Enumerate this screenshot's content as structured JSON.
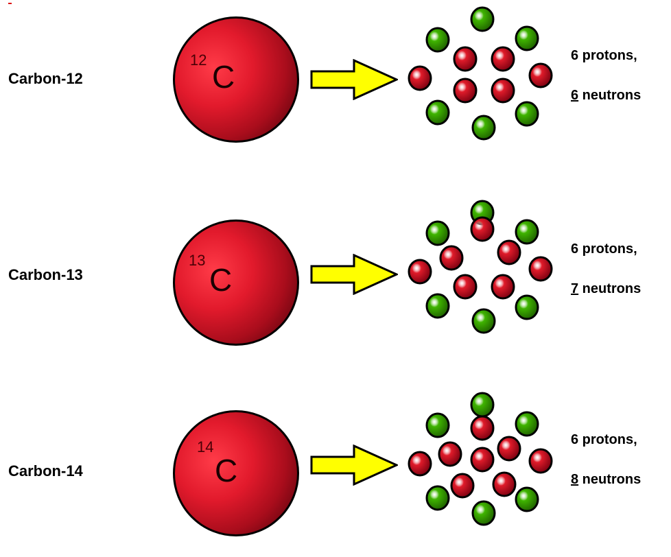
{
  "colors": {
    "proton": "#e01b2a",
    "neutron": "#3fb400",
    "arrow": "#ffff00",
    "atom": "#d11427"
  },
  "isotopes": [
    {
      "label": "Carbon-12",
      "mass_number": "12",
      "symbol": "C",
      "protons_text": "6 protons,",
      "neutron_digit": "6",
      "neutrons_rest": " neutrons",
      "neutron_count": 6,
      "proton_count": 6
    },
    {
      "label": "Carbon-13",
      "mass_number": "13",
      "symbol": "C",
      "protons_text": "6 protons,",
      "neutron_digit": "7",
      "neutrons_rest": " neutrons",
      "neutron_count": 7,
      "proton_count": 6
    },
    {
      "label": "Carbon-14",
      "mass_number": "14",
      "symbol": "C",
      "protons_text": "6 protons,",
      "neutron_digit": "8",
      "neutrons_rest": " neutrons",
      "neutron_count": 8,
      "proton_count": 6
    }
  ]
}
